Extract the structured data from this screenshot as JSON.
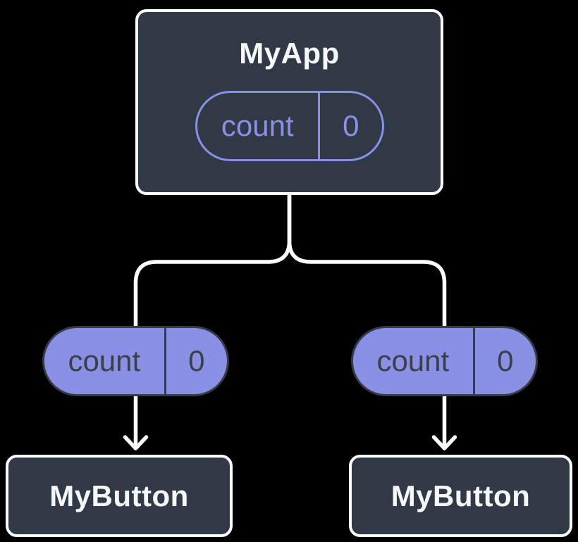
{
  "palette": {
    "background": "#000000",
    "card_fill": "#323946",
    "card_border": "#ffffff",
    "connector": "#ffffff",
    "pill_fill": "#8a90e4",
    "pill_dark": "#3a3f4b",
    "pill_accent": "#8990e6",
    "title_text": "#f6f7f9"
  },
  "tree": {
    "root": {
      "title": "MyApp",
      "state": {
        "name": "count",
        "value": "0"
      }
    },
    "left_prop": {
      "name": "count",
      "value": "0"
    },
    "right_prop": {
      "name": "count",
      "value": "0"
    },
    "children": [
      {
        "title": "MyButton"
      },
      {
        "title": "MyButton"
      }
    ]
  }
}
